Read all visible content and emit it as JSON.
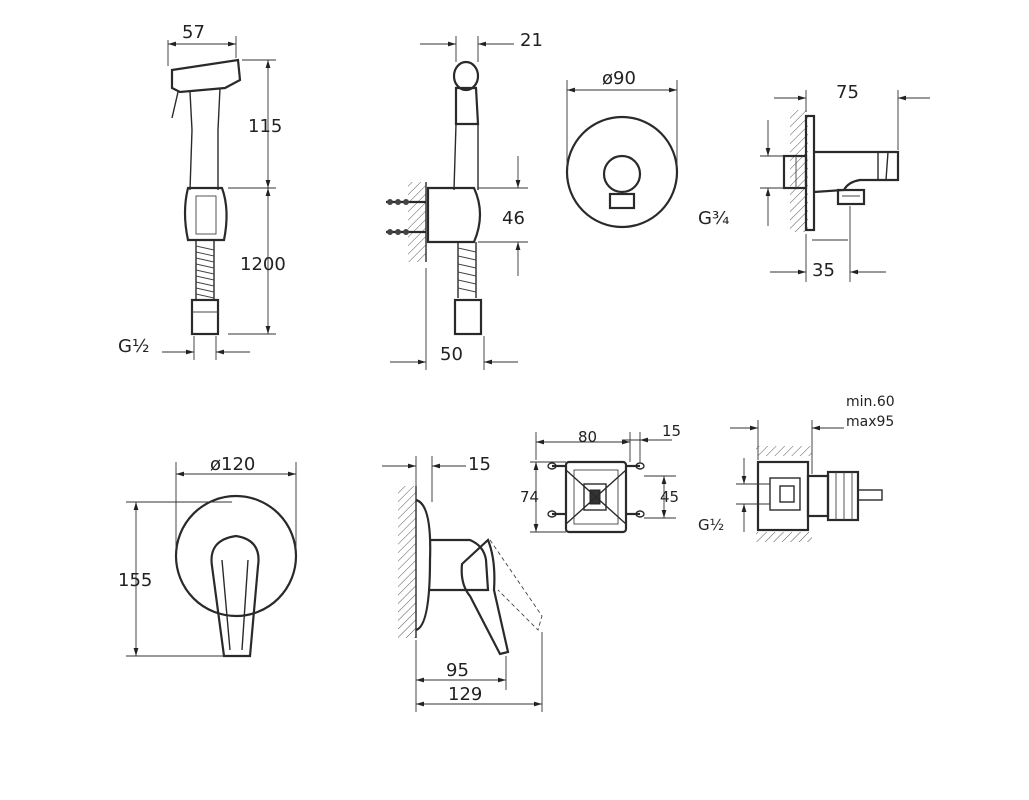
{
  "colors": {
    "line": "#2a2a2a",
    "background": "#ffffff"
  },
  "views": {
    "hand_shower_front": {
      "width": "57",
      "head_height": "115",
      "hose_length": "1200",
      "thread": "G½"
    },
    "hand_shower_side": {
      "top_offset": "21",
      "holder_height": "46",
      "depth": "50"
    },
    "wall_flange": {
      "diameter": "ø90"
    },
    "wall_outlet_side": {
      "length": "75",
      "thread": "G¾",
      "offset": "35"
    },
    "mixer_front": {
      "diameter": "ø120",
      "height": "155"
    },
    "mixer_side": {
      "rosette_depth": "15",
      "handle_depth": "95",
      "total_depth": "129"
    },
    "box_front": {
      "width": "80",
      "height": "74",
      "edge": "15",
      "inner": "45"
    },
    "box_side": {
      "min_depth": "min.60",
      "max_depth": "max95",
      "thread": "G½"
    }
  }
}
